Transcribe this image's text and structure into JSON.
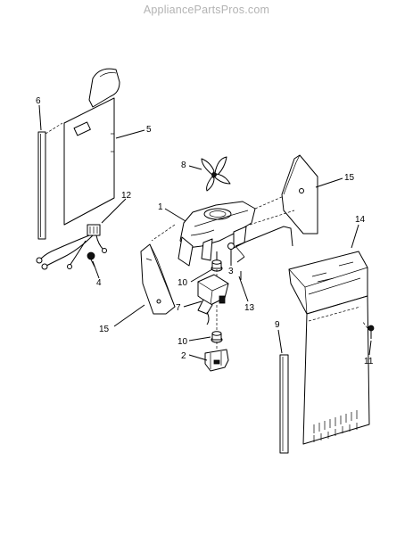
{
  "watermark": "AppliancePartsPros.com",
  "labels": {
    "p1": "1",
    "p2": "2",
    "p3": "3",
    "p4": "4",
    "p5": "5",
    "p6": "6",
    "p7": "7",
    "p8": "8",
    "p9": "9",
    "p10a": "10",
    "p10b": "10",
    "p11": "11",
    "p12": "12",
    "p13": "13",
    "p14": "14",
    "p15a": "15",
    "p15b": "15"
  }
}
